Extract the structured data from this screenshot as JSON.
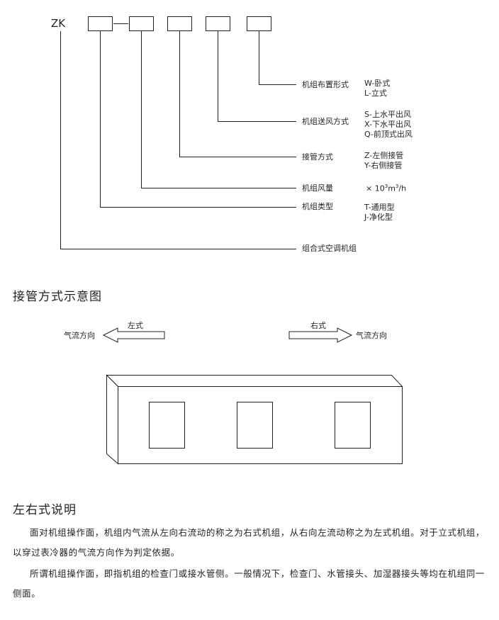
{
  "diagram": {
    "prefix": "ZK",
    "legend": [
      {
        "label": "机组布置形式",
        "codes": [
          "W-卧式",
          "L-立式"
        ]
      },
      {
        "label": "机组送风方式",
        "codes": [
          "S-上水平出风",
          "X-下水平出风",
          "Q-前顶式出风"
        ]
      },
      {
        "label": "接管方式",
        "codes": [
          "Z-左侧接管",
          "Y-右侧接管"
        ]
      },
      {
        "label": "机组风量",
        "unit": {
          "pre": "× 10",
          "sup1": "3",
          "mid": "m",
          "sup2": "3",
          "post": "/h"
        }
      },
      {
        "label": "机组类型",
        "codes": [
          "T-通用型",
          "J-净化型"
        ]
      },
      {
        "label": "组合式空调机组",
        "codes": []
      }
    ]
  },
  "section1": {
    "title": "接管方式示意图",
    "left_arrow_label": "左式",
    "right_arrow_label": "右式",
    "left_flow": "气流方向",
    "right_flow": "气流方向"
  },
  "section2": {
    "title": "左右式说明",
    "para1": "面对机组操作面，机组内气流从左向右流动的称之为右式机组，从右向左流动称之为左式机组。对于立式机组，以穿过表冷器的气流方向作为判定依据。",
    "para2": "所谓机组操作面，即指机组的检查门或接水管侧。一般情况下，检查门、水管接头、加湿器接头等均在机组同一侧面。"
  }
}
